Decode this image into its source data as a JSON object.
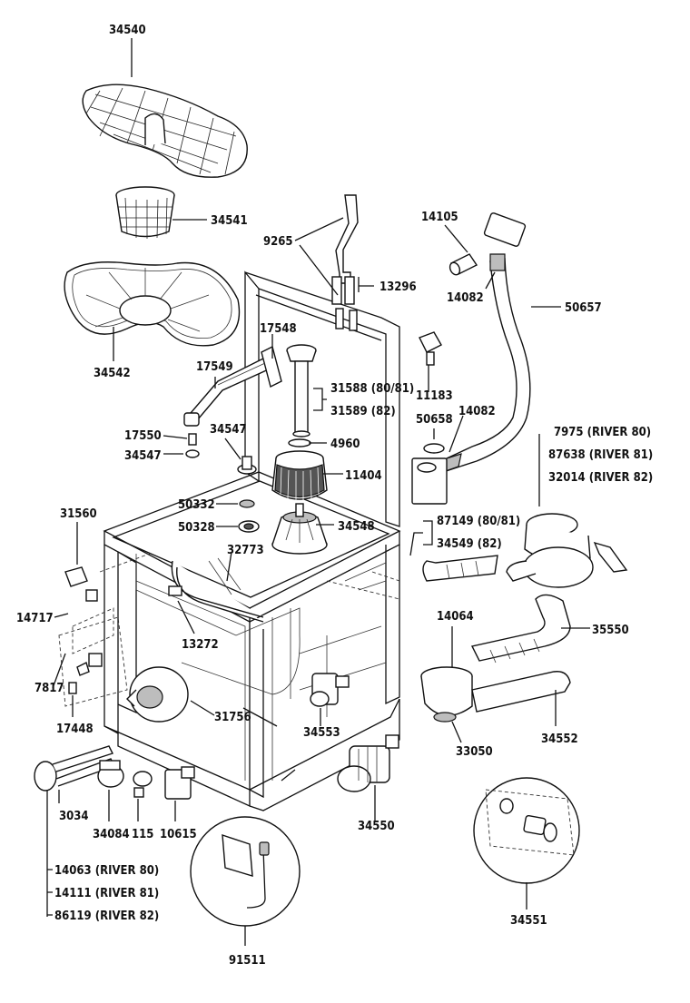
{
  "labels": {
    "p34540": "34540",
    "p34541": "34541",
    "p34542": "34542",
    "p9265": "9265",
    "p13296": "13296",
    "p14105": "14105",
    "p14082a": "14082",
    "p50657": "50657",
    "p17548": "17548",
    "p17549": "17549",
    "p31588": "31588 (80/81)",
    "p31589": "31589 (82)",
    "p11183": "11183",
    "p50658": "50658",
    "p14082b": "14082",
    "p17550": "17550",
    "p34547a": "34547",
    "p34547b": "34547",
    "p4960": "4960",
    "p11404": "11404",
    "p7975": "7975 (RIVER 80)",
    "p87638": "87638 (RIVER 81)",
    "p32014": "32014 (RIVER 82)",
    "p50332": "50332",
    "p50328": "50328",
    "p34548": "34548",
    "p31560": "31560",
    "p32773": "32773",
    "p87149": "87149 (80/81)",
    "p34549": "34549 (82)",
    "p14717": "14717",
    "p13272": "13272",
    "p14064": "14064",
    "p35550": "35550",
    "p7817": "7817",
    "p17448": "17448",
    "p31756": "31756",
    "p34553": "34553",
    "p33050": "33050",
    "p34552": "34552",
    "p3034": "3034",
    "p34084": "34084",
    "p115": "115",
    "p10615": "10615",
    "p34550": "34550",
    "p14063": "14063 (RIVER 80)",
    "p14111": "14111 (RIVER 81)",
    "p86119": "86119 (RIVER 82)",
    "p91511": "91511",
    "p34551": "34551"
  }
}
